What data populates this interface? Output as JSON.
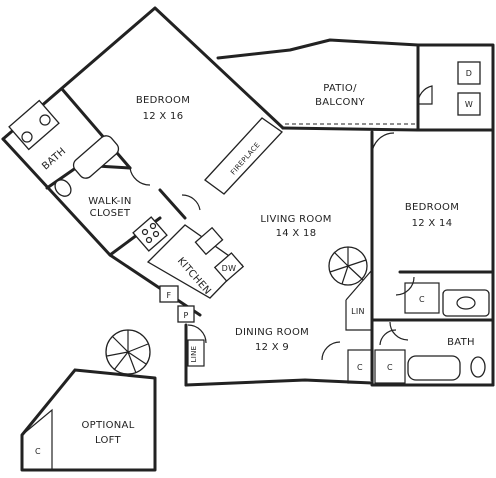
{
  "rooms": {
    "bedroom1": {
      "name": "BEDROOM",
      "size": "12 X 16"
    },
    "patio": {
      "line1": "PATIO/",
      "line2": "BALCONY"
    },
    "bedroom2": {
      "name": "BEDROOM",
      "size": "12 X 14"
    },
    "living": {
      "name": "LIVING ROOM",
      "size": "14 X 18"
    },
    "dining": {
      "name": "DINING ROOM",
      "size": "12 X 9"
    },
    "walkin": {
      "line1": "WALK-IN",
      "line2": "CLOSET"
    },
    "bath1": {
      "name": "BATH"
    },
    "bath2": {
      "name": "BATH"
    },
    "kitchen": {
      "name": "KITCHEN"
    },
    "loft": {
      "line1": "OPTIONAL",
      "line2": "LOFT"
    }
  },
  "fixtures": {
    "fireplace": "FIREPLACE",
    "dishwasher": "DW",
    "dryer": "D",
    "washer": "W",
    "linen": "LIN",
    "linen2": "LINE",
    "fridge": "F",
    "pantry": "P",
    "closet": "C"
  },
  "colors": {
    "ink": "#222222",
    "background": "#ffffff",
    "accent": "#444444"
  }
}
